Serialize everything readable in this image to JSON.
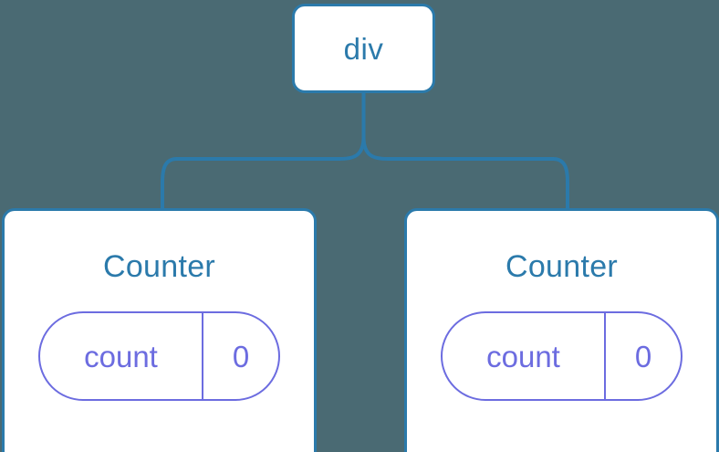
{
  "diagram": {
    "type": "component-tree",
    "background_color": "#4a6a73",
    "node_border_color": "#2b7aab",
    "node_fill_color": "#ffffff",
    "title_text_color": "#2b7aab",
    "state_accent_color": "#6c6ce0",
    "connector_color": "#2b7aab",
    "root": {
      "label": "div"
    },
    "children": [
      {
        "label": "Counter",
        "state": {
          "key": "count",
          "value": "0"
        }
      },
      {
        "label": "Counter",
        "state": {
          "key": "count",
          "value": "0"
        }
      }
    ]
  }
}
